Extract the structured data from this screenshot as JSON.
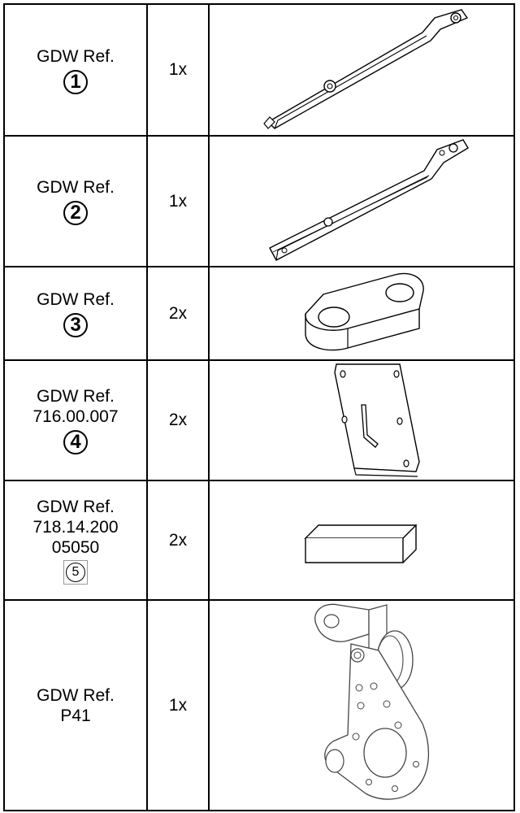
{
  "rows": [
    {
      "ref_label": "GDW Ref.",
      "ref_number": "",
      "ref_code": "",
      "badge": "1",
      "qty": "1x",
      "part_icon": "long-bracket-icon"
    },
    {
      "ref_label": "GDW Ref.",
      "ref_number": "",
      "ref_code": "",
      "badge": "2",
      "qty": "1x",
      "part_icon": "long-bracket-icon"
    },
    {
      "ref_label": "GDW Ref.",
      "ref_number": "",
      "ref_code": "",
      "badge": "3",
      "qty": "2x",
      "part_icon": "spacer-block-icon"
    },
    {
      "ref_label": "GDW Ref.",
      "ref_number": "716.00.007",
      "ref_code": "",
      "badge": "4",
      "qty": "2x",
      "part_icon": "mounting-plate-icon"
    },
    {
      "ref_label": "GDW Ref.",
      "ref_number": "718.14.200",
      "ref_code": "05050",
      "badge": "5",
      "qty": "2x",
      "part_icon": "rectangular-block-icon"
    },
    {
      "ref_label": "GDW Ref.",
      "ref_number": "P41",
      "ref_code": "",
      "badge": "",
      "qty": "1x",
      "part_icon": "hinge-bracket-icon"
    }
  ]
}
